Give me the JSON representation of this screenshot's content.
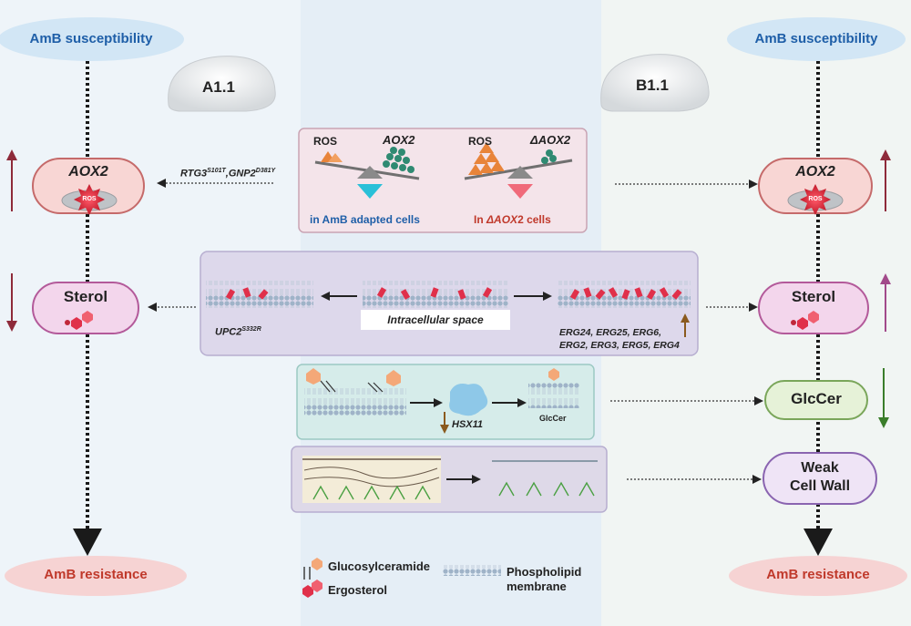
{
  "left": {
    "susceptibility": "AmB susceptibility",
    "resistance": "AmB resistance",
    "panel_label": "A1.1",
    "aox2_label": "AOX2",
    "ros_label": "ROS",
    "sterol_label": "Sterol",
    "rtg3_gene": "RTG3",
    "rtg3_sup": "S101T",
    "gnp2_gene": "GNP2",
    "gnp2_sup": "D381Y",
    "upc2_gene": "UPC2",
    "upc2_sup": "S332R"
  },
  "right": {
    "susceptibility": "AmB susceptibility",
    "resistance": "AmB resistance",
    "panel_label": "B1.1",
    "aox2_label": "AOX2",
    "ros_label": "ROS",
    "sterol_label": "Sterol",
    "glccer_label": "GlcCer",
    "cellwall_line1": "Weak",
    "cellwall_line2": "Cell Wall"
  },
  "center": {
    "balance": {
      "ros_left": "ROS",
      "aox2_left": "AOX2",
      "caption_left": "in AmB adapted cells",
      "ros_right": "ROS",
      "aox2_right": "ΔAOX2",
      "caption_right_prefix": "In ",
      "caption_right_italic": "ΔAOX",
      "caption_right_suffix": "2 cells"
    },
    "membrane": {
      "intracellular": "Intracellular space",
      "erg_line1": "ERG24, ERG25, ERG6,",
      "erg_line2": "ERG2, ERG3, ERG5, ERG4"
    },
    "glccer_panel": {
      "enzyme": "HSX11",
      "product": "GlcCer"
    }
  },
  "legend": {
    "glucosylceramide": "Glucosylceramide",
    "ergosterol": "Ergosterol",
    "phospholipid_line1": "Phospholipid",
    "phospholipid_line2": "membrane"
  },
  "colors": {
    "blue_text": "#1f5fa8",
    "red_text": "#c0392b",
    "up_arrow": "#8e2a3a",
    "sterol_arrow": "#a24a8a",
    "down_green": "#3a7d2a",
    "brown_arrow": "#8a5a1e"
  }
}
